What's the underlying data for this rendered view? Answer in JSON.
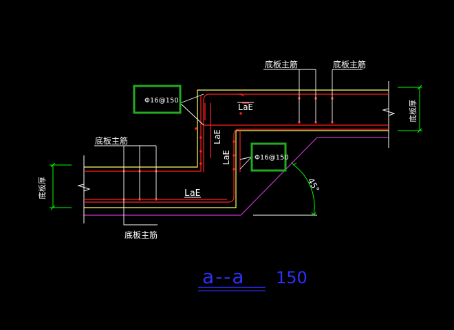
{
  "drawing": {
    "labels": {
      "main_rebar": "底板主筋",
      "slab_thickness": "底板厚",
      "callout_rebar": "Φ16@150",
      "anchorage": "LaE",
      "angle": "45°"
    },
    "title": {
      "section": "a--a",
      "scale": "150"
    }
  },
  "colors": {
    "background": "#000000",
    "concrete_outline": "#ffff66",
    "rebar": "#ff2020",
    "bottom_outline": "#cc33cc",
    "dimension": "#00ff00",
    "highlight_box": "#22aa22",
    "leader": "#ffffff",
    "title": "#2f2fff"
  }
}
